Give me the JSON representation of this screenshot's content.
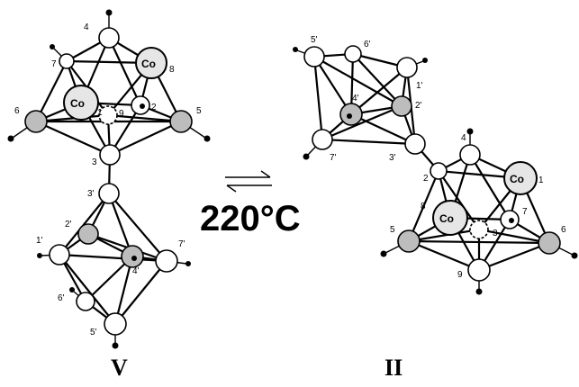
{
  "molecule_left": {
    "name": "V",
    "cobalt_label": "Co",
    "atom_labels": [
      "4",
      "7",
      "8",
      "1",
      "9",
      "2",
      "6",
      "5",
      "3",
      "3'",
      "2'",
      "1'",
      "4'",
      "7'",
      "6'",
      "5'"
    ]
  },
  "molecule_right": {
    "name": "II",
    "cobalt_label": "Co",
    "atom_labels": [
      "5'",
      "6'",
      "1'",
      "4'",
      "2'",
      "7'",
      "3'",
      "2",
      "4",
      "1",
      "8",
      "7",
      "5",
      "3",
      "6",
      "9"
    ]
  },
  "condition": {
    "temperature": "220°C"
  },
  "colors": {
    "ink": "#000000",
    "shaded_atom": "#bdbdbd",
    "cobalt_fill": "#e6e6e6"
  }
}
